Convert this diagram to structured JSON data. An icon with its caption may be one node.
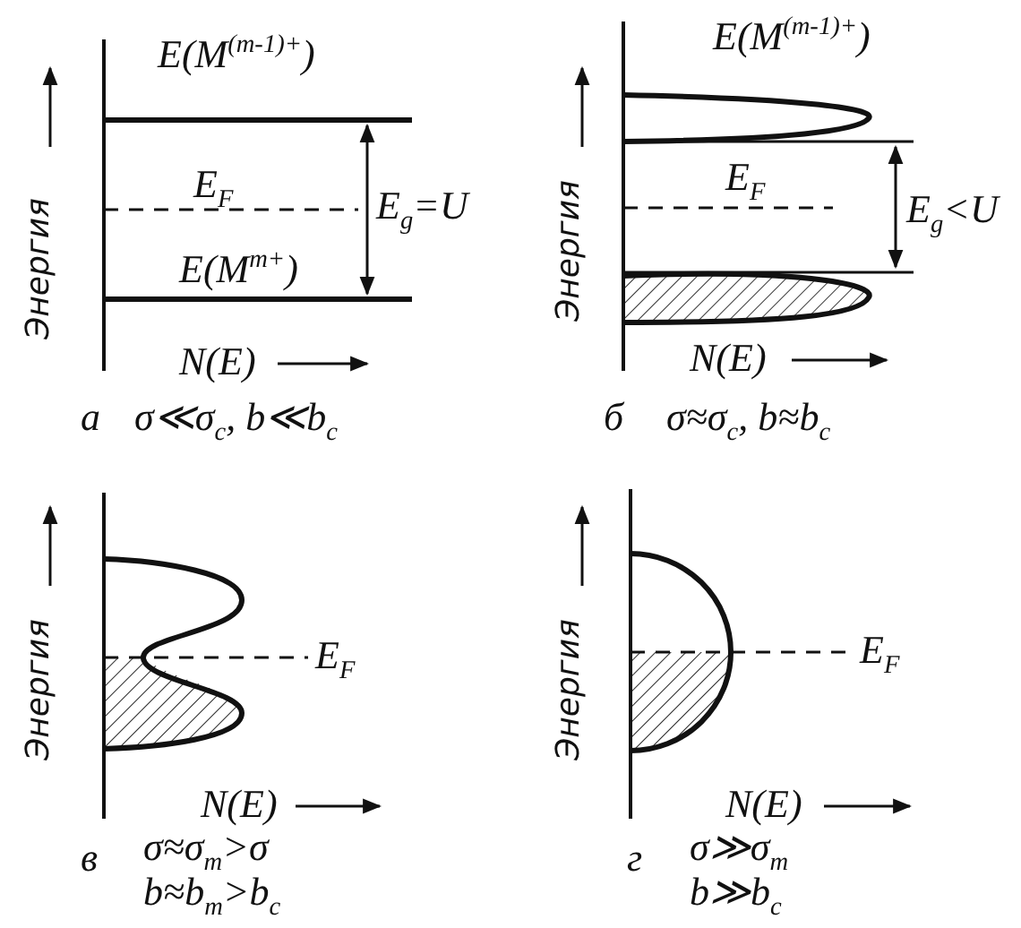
{
  "diagram": {
    "labels": [
      "Энергия",
      "E(M$^{(m-1)+}$)",
      "E$_{F}$",
      "E$_{g}$=U",
      "E(M$^{m+}$)",
      "N(E)",
      "а",
      "σ≪σ$_{c}$, b≪b$_{c}$",
      "Энергия",
      "E(M$^{(m-1)+}$)",
      "E$_{F}$",
      "E$_{g}$<U",
      "N(E)",
      "б",
      "σ≈σ$_{c}$, b≈b$_{c}$",
      "Энергия",
      "E$_{F}$",
      "N(E)",
      "в",
      "σ≈σ$_{m}$>σ",
      "b≈b$_{m}$>b$_{c}$",
      "Энергия",
      "E$_{F}$",
      "N(E)",
      "г",
      "σ≫σ$_{m}$",
      "b≫b$_{c}$"
    ]
  }
}
